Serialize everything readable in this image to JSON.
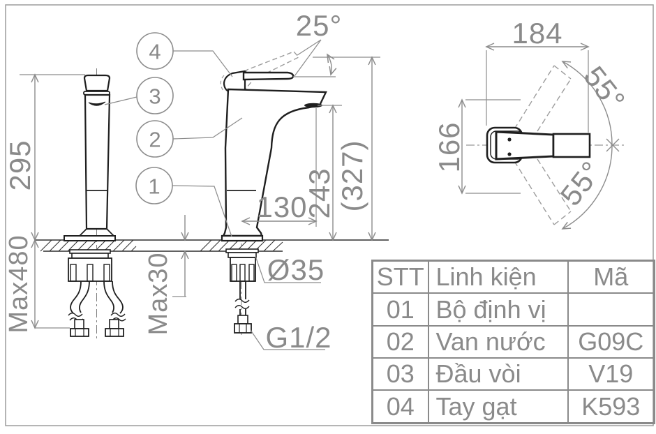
{
  "drawing": {
    "type": "faucet-technical-drawing",
    "dims": {
      "side_height": "295",
      "max_below_counter": "Max480",
      "handle_tilt_angle": "25°",
      "spout_reach": "130",
      "spout_height": "243",
      "overall_height": "(327)",
      "max_counter_thickness": "Max30",
      "mounting_hole_diameter": "Ø35",
      "inlet_thread": "G1/2",
      "top_view_width": "184",
      "top_view_depth": "166",
      "handle_swing_upper": "55°",
      "handle_swing_lower": "55°"
    },
    "callouts": [
      {
        "number": "1"
      },
      {
        "number": "2"
      },
      {
        "number": "3"
      },
      {
        "number": "4"
      }
    ]
  },
  "parts_table": {
    "headers": [
      "STT",
      "Linh kiện",
      "Mã"
    ],
    "rows": [
      [
        "01",
        "Bộ định vị",
        ""
      ],
      [
        "02",
        "Van nước",
        "G09C"
      ],
      [
        "03",
        "Đầu vòi",
        "V19"
      ],
      [
        "04",
        "Tay gạt",
        "K593"
      ]
    ]
  },
  "colors": {
    "outline": "#1f1f1f",
    "annotation": "#8c8c8c",
    "background": "#ffffff"
  }
}
